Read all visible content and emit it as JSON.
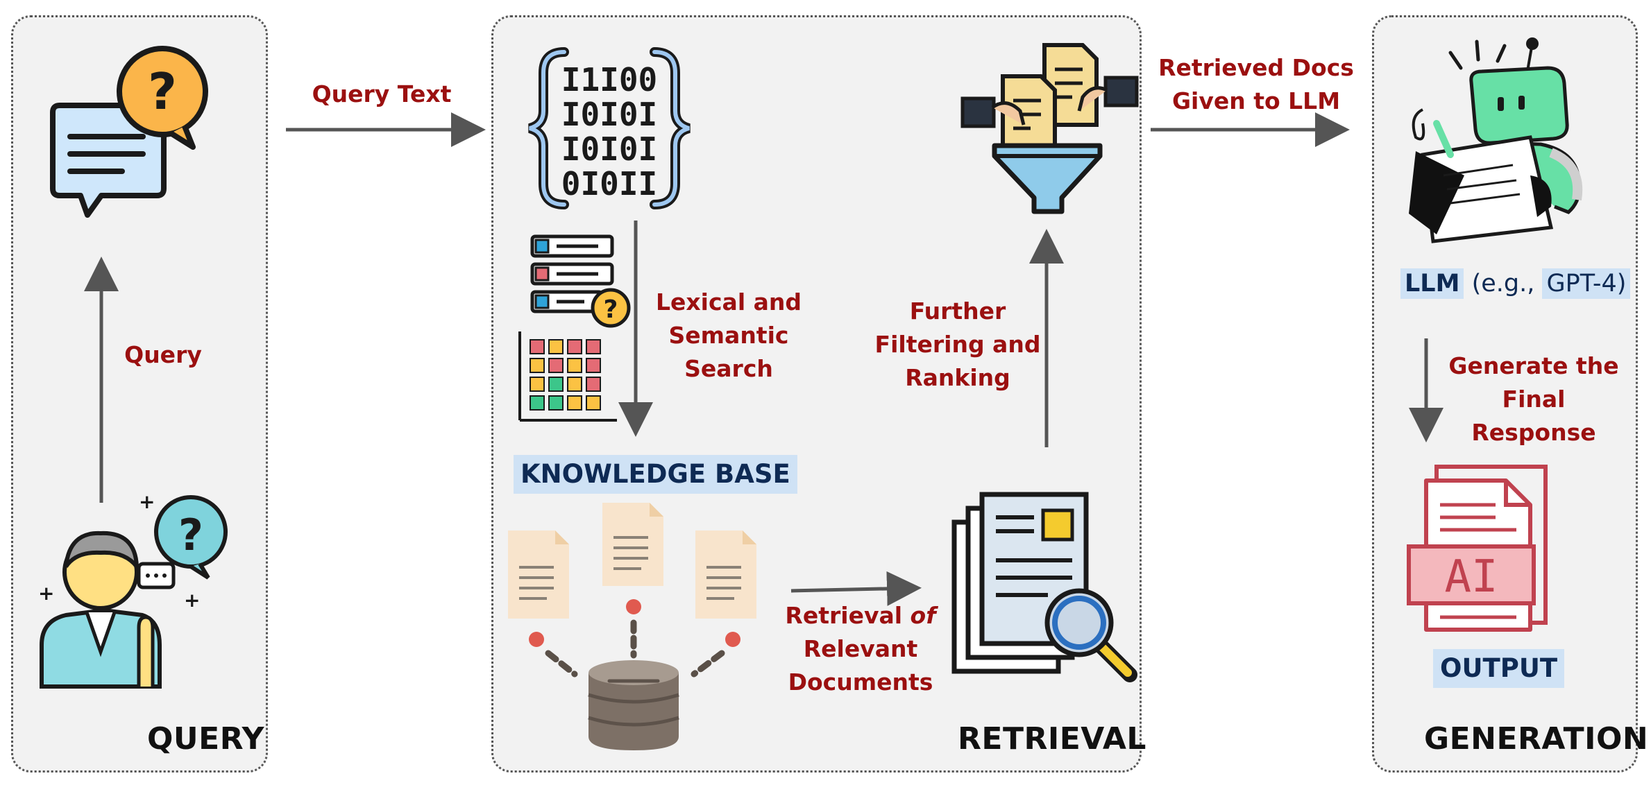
{
  "panels": {
    "query": {
      "title": "QUERY"
    },
    "retrieval": {
      "title": "RETRIEVAL"
    },
    "generation": {
      "title": "GENERATION"
    }
  },
  "labels": {
    "query_text": "Query Text",
    "query": "Query",
    "search_line1": "Lexical and",
    "search_line2": "Semantic",
    "search_line3": "Search",
    "filter_line1": "Further",
    "filter_line2": "Filtering and",
    "filter_line3": "Ranking",
    "retrieval_line1_a": "Retrieval ",
    "retrieval_line1_b": "of",
    "retrieval_line2": "Relevant",
    "retrieval_line3": "Documents",
    "retrieved_line1": "Retrieved Docs",
    "retrieved_line2": "Given to LLM",
    "generate_line1": "Generate the",
    "generate_line2": "Final Response"
  },
  "highlights": {
    "knowledge_base": "KNOWLEDGE BASE",
    "llm_name": "LLM",
    "llm_eg": " (e.g., ",
    "llm_model": "GPT-4",
    "llm_close": ")",
    "output": "OUTPUT"
  },
  "icons": {
    "output_doc_text": "AI",
    "binary_row1": "I1I00",
    "binary_row2": "I0I0I",
    "binary_row3": "I0I0I",
    "binary_row4": "0I0II"
  },
  "colors": {
    "label_red": "#9b1010",
    "highlight_bg": "#cfe2f5",
    "highlight_text": "#0e2a54",
    "arrow": "#555555",
    "panel_bg": "#f2f2f2"
  }
}
